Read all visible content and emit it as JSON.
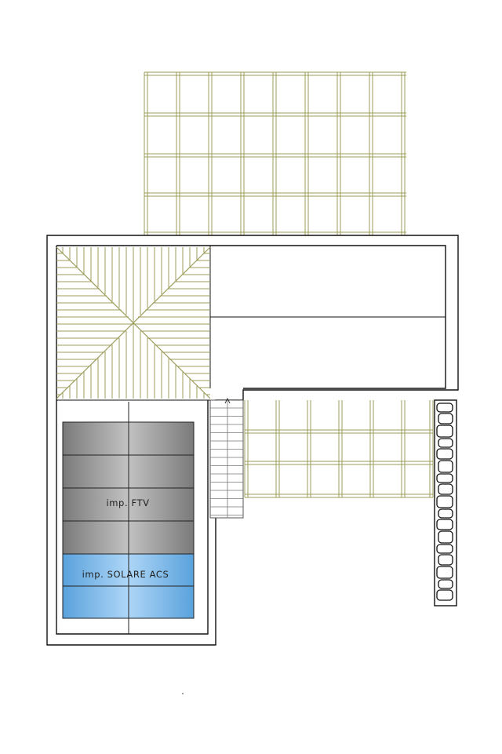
{
  "labels": {
    "ftv": "imp. FTV",
    "solar": "imp. SOLARE ACS"
  },
  "colors": {
    "pergola": "#9c9c5a",
    "wall": "#111111",
    "ftv_panel_light": "#bdbdbd",
    "ftv_panel_dark": "#7a7a7a",
    "solar_panel_light": "#a9d2f5",
    "solar_panel_dark": "#5aa2dc",
    "stone": "#ffffff"
  },
  "icons": {
    "roof_hip": "hip-roof-hatch",
    "stairs": "stair-steps",
    "stone_wall": "stone-wall"
  }
}
